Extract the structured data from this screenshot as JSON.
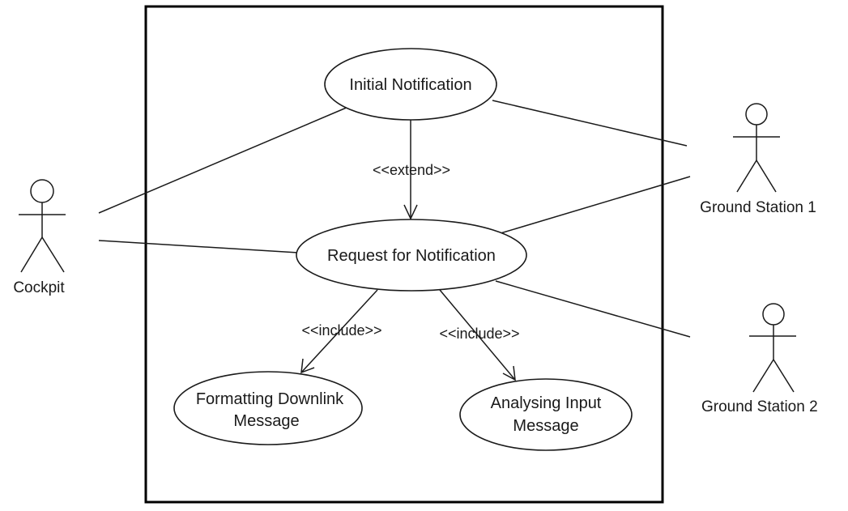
{
  "diagram": {
    "use_cases": {
      "initial_notification": "Initial Notification",
      "request_for_notification": "Request for Notification",
      "formatting_downlink_line1": "Formatting Downlink",
      "formatting_downlink_line2": "Message",
      "analysing_input_line1": "Analysing Input",
      "analysing_input_line2": "Message"
    },
    "actors": {
      "cockpit": "Cockpit",
      "ground_station_1": "Ground Station 1",
      "ground_station_2": "Ground Station 2"
    },
    "relationships": {
      "extend": "<<extend>>",
      "include_formatting": "<<include>>",
      "include_analysing": "<<include>>"
    }
  }
}
